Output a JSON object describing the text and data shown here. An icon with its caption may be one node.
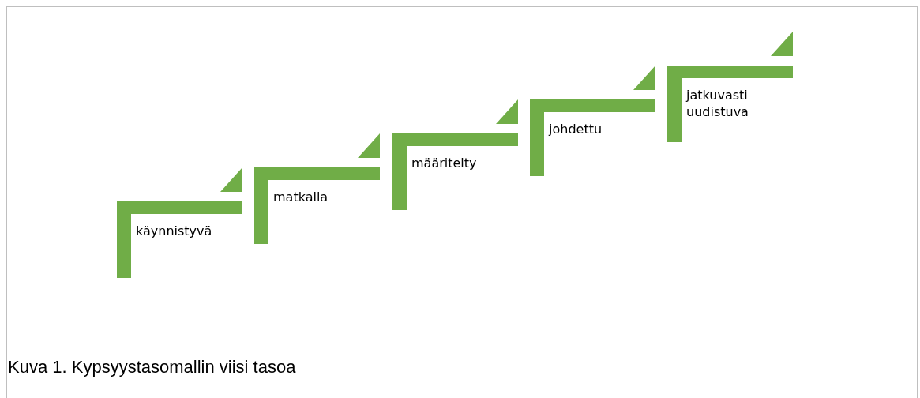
{
  "diagram": {
    "caption": "Kuva 1. Kypsyystasomallin viisi tasoa",
    "nodes": [
      {
        "text": [
          "käynnistyvä"
        ]
      },
      {
        "text": [
          "matkalla"
        ]
      },
      {
        "text": [
          "määritelty"
        ]
      },
      {
        "text": [
          "johdettu"
        ]
      },
      {
        "text": [
          "jatkuvasti uudistuva"
        ]
      }
    ],
    "edges": []
  }
}
